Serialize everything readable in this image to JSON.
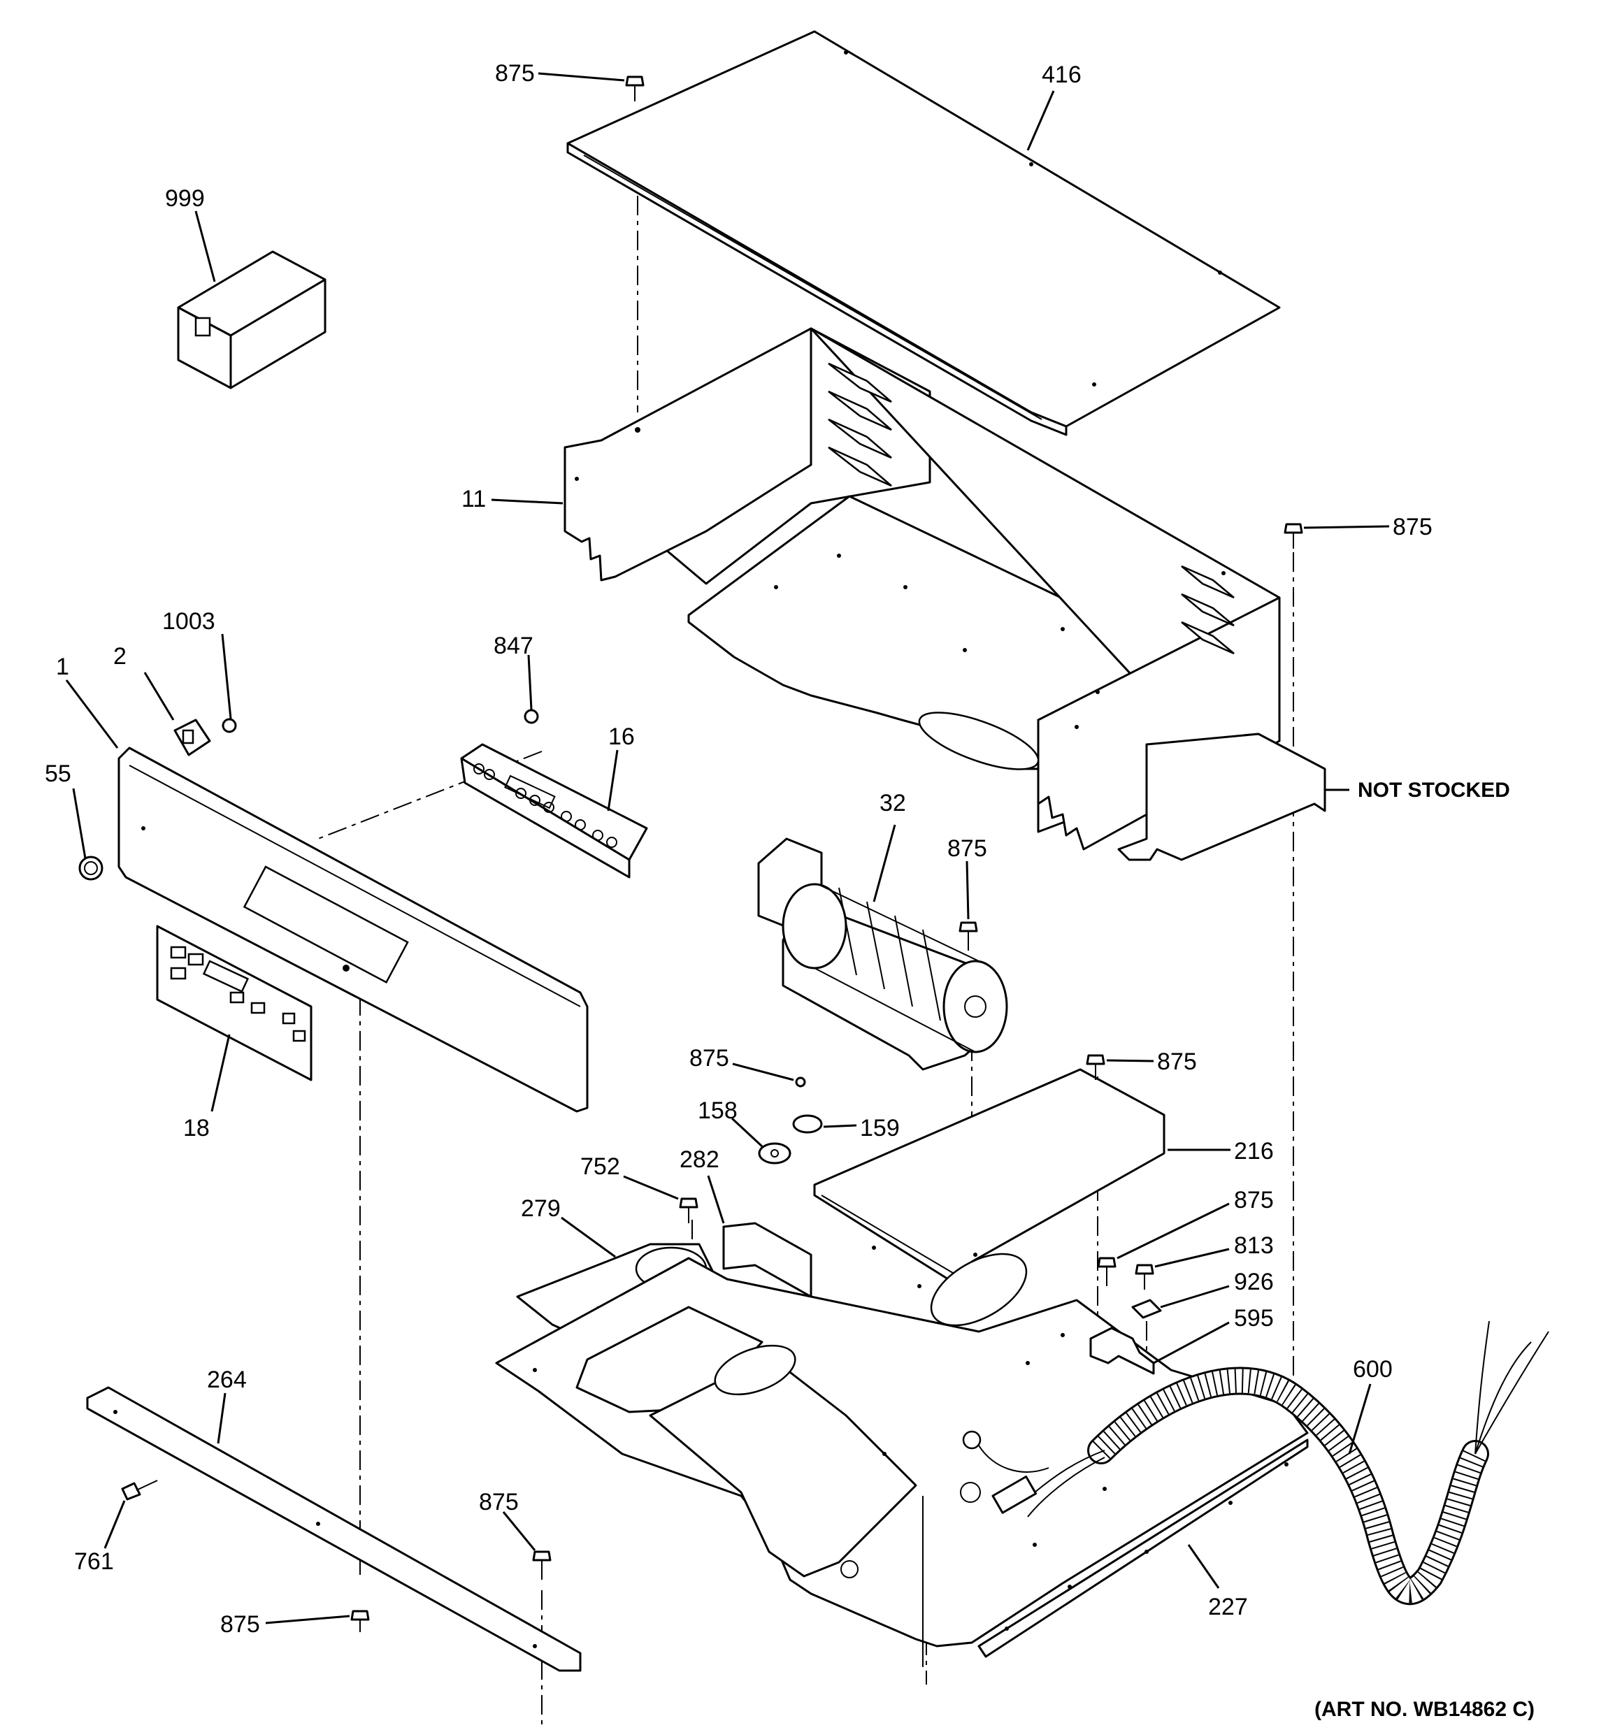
{
  "labels": {
    "l875_top": "875",
    "l416": "416",
    "l999": "999",
    "l11": "11",
    "l875_right": "875",
    "l1003": "1003",
    "l2": "2",
    "l847": "847",
    "l1": "1",
    "l16": "16",
    "l55": "55",
    "l32": "32",
    "l875_fan": "875",
    "l18": "18",
    "l875_therm": "875",
    "l875_cover": "875",
    "l158": "158",
    "l159": "159",
    "l216": "216",
    "l752": "752",
    "l282": "282",
    "l279": "279",
    "l875_clamp": "875",
    "l813": "813",
    "l926": "926",
    "l595": "595",
    "l264": "264",
    "l600": "600",
    "l875_front": "875",
    "l761": "761",
    "l875_bottom": "875",
    "l227": "227"
  },
  "notes": {
    "not_stocked": "NOT STOCKED",
    "art_no": "(ART NO. WB14862 C)"
  }
}
